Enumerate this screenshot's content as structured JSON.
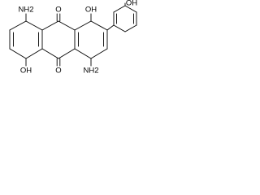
{
  "molecule": {
    "labels": {
      "amino_top": "NH2",
      "hydroxyl_top": "OH",
      "hydroxyl_phenyl": "OH",
      "carbonyl_top": "O",
      "carbonyl_bottom": "O",
      "hydroxyl_bottom": "OH",
      "amino_bottom": "NH2"
    }
  }
}
